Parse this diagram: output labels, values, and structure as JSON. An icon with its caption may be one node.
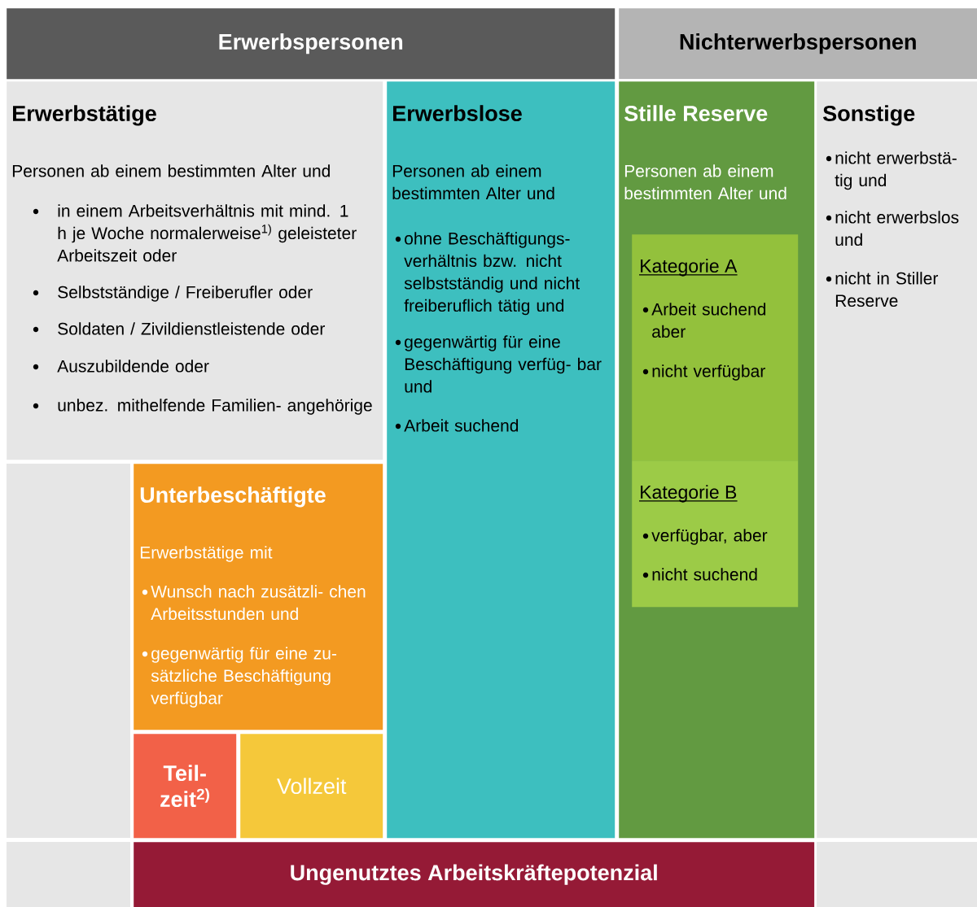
{
  "diagram": {
    "nodes": [
      {
        "text": [
          "Erwerbspersonen"
        ]
      },
      {
        "text": [
          "Nichterwerbspersonen"
        ]
      },
      {
        "text": [
          "Erwerbstätige",
          "Personen ab einem bestimmten Alter und",
          "in einem Arbeitsverhältnis mit mind. 1 h je Woche normalerweise$^{1)}$ geleisteter Arbeitszeit oder",
          "Selbstständige / Freiberufler oder",
          "Soldaten / Zivildienstleistende oder",
          "Auszubildende oder",
          "unbez. mithelfende Familien- angehörige"
        ]
      },
      {
        "text": [
          "Erwerbslose",
          "Personen ab einem bestimmten Alter und",
          "ohne Beschäftigungs- verhältnis bzw. nicht selbstständig und nicht freiberuflich tätig und",
          "gegenwärtig für eine Beschäftigung verfüg- bar und",
          "Arbeit suchend"
        ]
      },
      {
        "text": [
          "Stille Reserve",
          "Personen ab einem bestimmten Alter und"
        ]
      },
      {
        "text": [
          "Kategorie A",
          "Arbeit suchend aber",
          "nicht verfügbar"
        ],
        "in": 4
      },
      {
        "text": [
          "Kategorie B",
          "verfügbar, aber",
          "nicht suchend"
        ],
        "in": 4
      },
      {
        "text": [
          "Sonstige",
          "nicht erwerbstä- tig und",
          "nicht erwerbslos und",
          "nicht in Stiller Reserve"
        ]
      },
      {
        "text": [
          "Unterbeschäftigte",
          "Erwerbstätige mit",
          "Wunsch nach zusätzli- chen Arbeitsstunden und",
          "gegenwärtig für eine zu- sätzliche Beschäftigung verfügbar"
        ]
      },
      {
        "text": [
          "Teil- zeit$^{2)}$"
        ]
      },
      {
        "text": [
          "Vollzeit"
        ]
      },
      {
        "text": [
          "Ungenutztes Arbeitskräftepotenzial"
        ]
      }
    ]
  }
}
